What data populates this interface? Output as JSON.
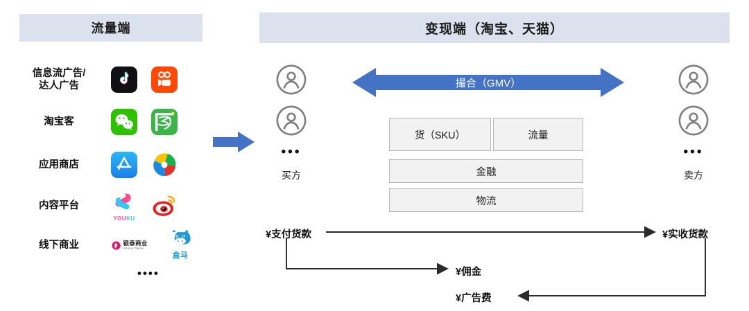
{
  "headers": {
    "left": "流量端",
    "right": "变现端（淘宝、天猫）"
  },
  "left_panel": {
    "rows": [
      {
        "label": "信息流广告/\n达人广告",
        "icons": [
          {
            "name": "douyin-icon",
            "caption": ""
          },
          {
            "name": "kuaishou-icon",
            "caption": ""
          }
        ]
      },
      {
        "label": "淘宝客",
        "icons": [
          {
            "name": "wechat-icon",
            "caption": ""
          },
          {
            "name": "fanli-icon",
            "caption": ""
          }
        ]
      },
      {
        "label": "应用商店",
        "icons": [
          {
            "name": "app-store-icon",
            "caption": ""
          },
          {
            "name": "tencent-myapp-icon",
            "caption": ""
          }
        ]
      },
      {
        "label": "内容平台",
        "icons": [
          {
            "name": "youku-icon",
            "caption": "YOUKU"
          },
          {
            "name": "weibo-icon",
            "caption": ""
          }
        ]
      },
      {
        "label": "线下商业",
        "icons": [
          {
            "name": "intime-retail-icon",
            "caption": "银泰商业"
          },
          {
            "name": "hema-icon",
            "caption": "盒马"
          }
        ]
      }
    ],
    "more_dots": "••••",
    "intime_cn": "银泰商业",
    "intime_en": "Intime Retail"
  },
  "feed_arrow": {
    "name": "blue-right-arrow",
    "color": "#4472c4"
  },
  "center": {
    "buyers": {
      "label": "买方",
      "dots": "•••",
      "avatar_count": 2
    },
    "sellers": {
      "label": "卖方",
      "dots": "•••",
      "avatar_count": 2
    },
    "gmv_arrow": {
      "label": "撮合（GMV）",
      "color": "#4472c4",
      "direction": "bidirectional"
    },
    "capabilities": [
      {
        "label": "货（SKU）"
      },
      {
        "label": "流量"
      },
      {
        "label": "金融"
      },
      {
        "label": "物流"
      }
    ]
  },
  "money_flow": {
    "pay": "¥支付货款",
    "receive": "¥实收货款",
    "commission": "¥佣金",
    "ad_fee": "¥广告费"
  },
  "colors": {
    "header_bg": "#dce2ed",
    "accent_blue": "#4472c4",
    "box_bg": "#f2f2f2",
    "box_border": "#b7b7b7",
    "line": "#2b2b2b",
    "avatar_gray": "#808080"
  }
}
